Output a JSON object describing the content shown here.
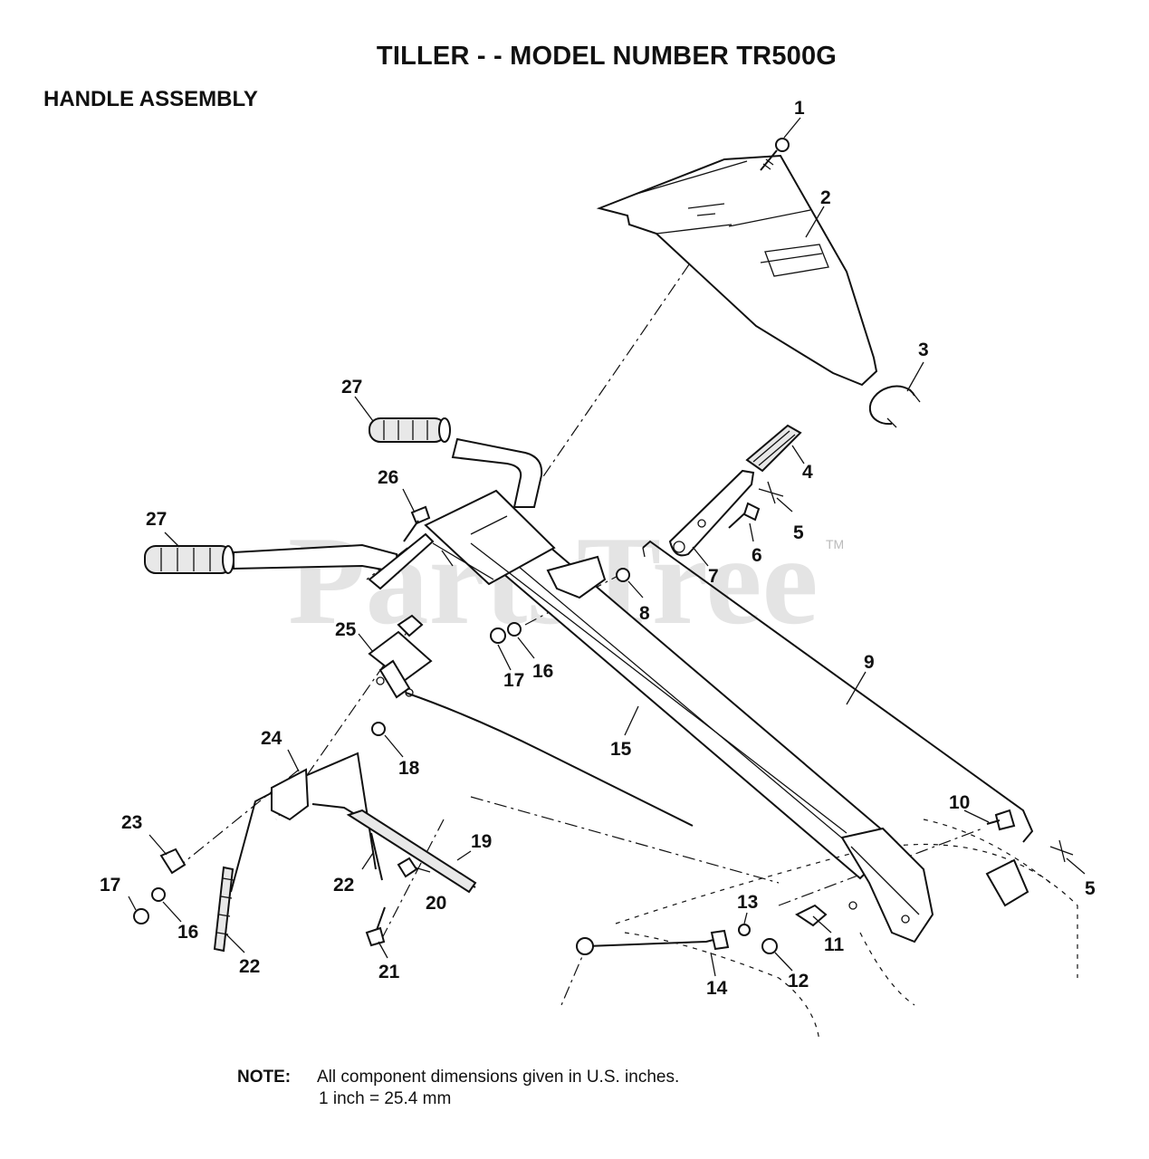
{
  "header": {
    "title": "TILLER - - MODEL NUMBER TR500G",
    "section": "HANDLE ASSEMBLY"
  },
  "watermark": {
    "text": "PartsTree",
    "mark": "TM"
  },
  "callouts": [
    {
      "id": "c1",
      "text": "1"
    },
    {
      "id": "c2",
      "text": "2"
    },
    {
      "id": "c3",
      "text": "3"
    },
    {
      "id": "c4",
      "text": "4"
    },
    {
      "id": "c5a",
      "text": "5"
    },
    {
      "id": "c6",
      "text": "6"
    },
    {
      "id": "c7",
      "text": "7"
    },
    {
      "id": "c8",
      "text": "8"
    },
    {
      "id": "c9",
      "text": "9"
    },
    {
      "id": "c10",
      "text": "10"
    },
    {
      "id": "c5b",
      "text": "5"
    },
    {
      "id": "c11",
      "text": "11"
    },
    {
      "id": "c12",
      "text": "12"
    },
    {
      "id": "c13",
      "text": "13"
    },
    {
      "id": "c14",
      "text": "14"
    },
    {
      "id": "c15",
      "text": "15"
    },
    {
      "id": "c16a",
      "text": "16"
    },
    {
      "id": "c17a",
      "text": "17"
    },
    {
      "id": "c18",
      "text": "18"
    },
    {
      "id": "c19",
      "text": "19"
    },
    {
      "id": "c20",
      "text": "20"
    },
    {
      "id": "c21",
      "text": "21"
    },
    {
      "id": "c22a",
      "text": "22"
    },
    {
      "id": "c22b",
      "text": "22"
    },
    {
      "id": "c23",
      "text": "23"
    },
    {
      "id": "c24",
      "text": "24"
    },
    {
      "id": "c25",
      "text": "25"
    },
    {
      "id": "c26",
      "text": "26"
    },
    {
      "id": "c27a",
      "text": "27"
    },
    {
      "id": "c27b",
      "text": "27"
    },
    {
      "id": "c17b",
      "text": "17"
    },
    {
      "id": "c16b",
      "text": "16"
    }
  ],
  "note": {
    "label": "NOTE:",
    "line1": "All component dimensions given in U.S. inches.",
    "line2": "1 inch = 25.4 mm"
  }
}
